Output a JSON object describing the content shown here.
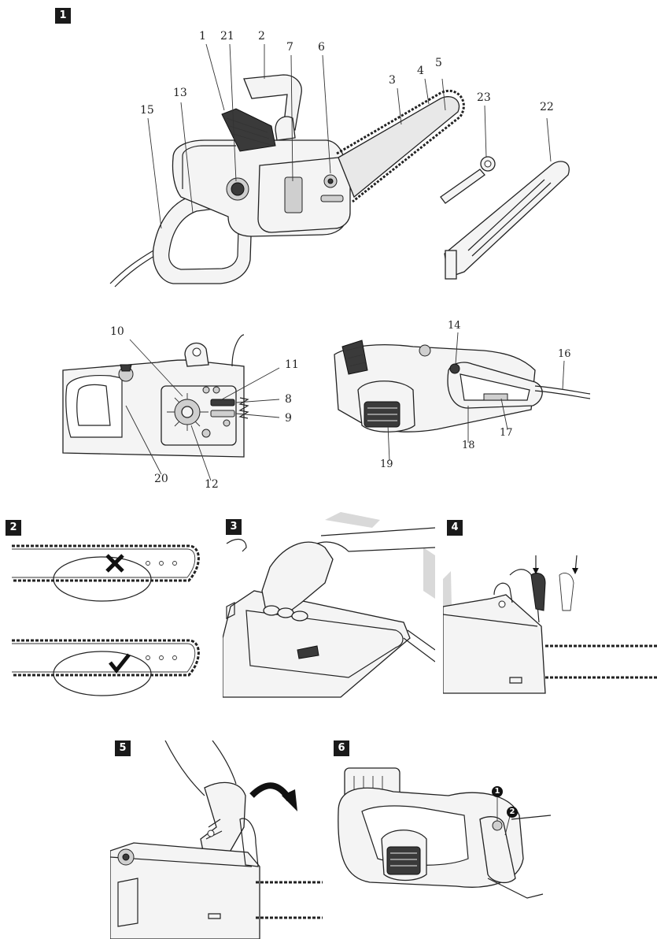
{
  "figures": {
    "fig1": {
      "badge": "1",
      "labels": {
        "l1": "1",
        "l21": "21",
        "l2": "2",
        "l7": "7",
        "l6": "6",
        "l3": "3",
        "l4": "4",
        "l5": "5",
        "l13": "13",
        "l15": "15",
        "l23": "23",
        "l22": "22"
      }
    },
    "fig1b": {
      "labels": {
        "l10": "10",
        "l11": "11",
        "l8": "8",
        "l9": "9",
        "l20": "20",
        "l12": "12"
      }
    },
    "fig1c": {
      "labels": {
        "l14": "14",
        "l16": "16",
        "l17": "17",
        "l18": "18",
        "l19": "19"
      }
    },
    "fig2": {
      "badge": "2"
    },
    "fig3": {
      "badge": "3"
    },
    "fig4": {
      "badge": "4"
    },
    "fig5": {
      "badge": "5"
    },
    "fig6": {
      "badge": "6",
      "callouts": [
        "1",
        "2"
      ]
    }
  },
  "icons": {
    "wrong": "cross-icon",
    "right": "check-icon",
    "arrow": "curved-arrow-icon"
  }
}
